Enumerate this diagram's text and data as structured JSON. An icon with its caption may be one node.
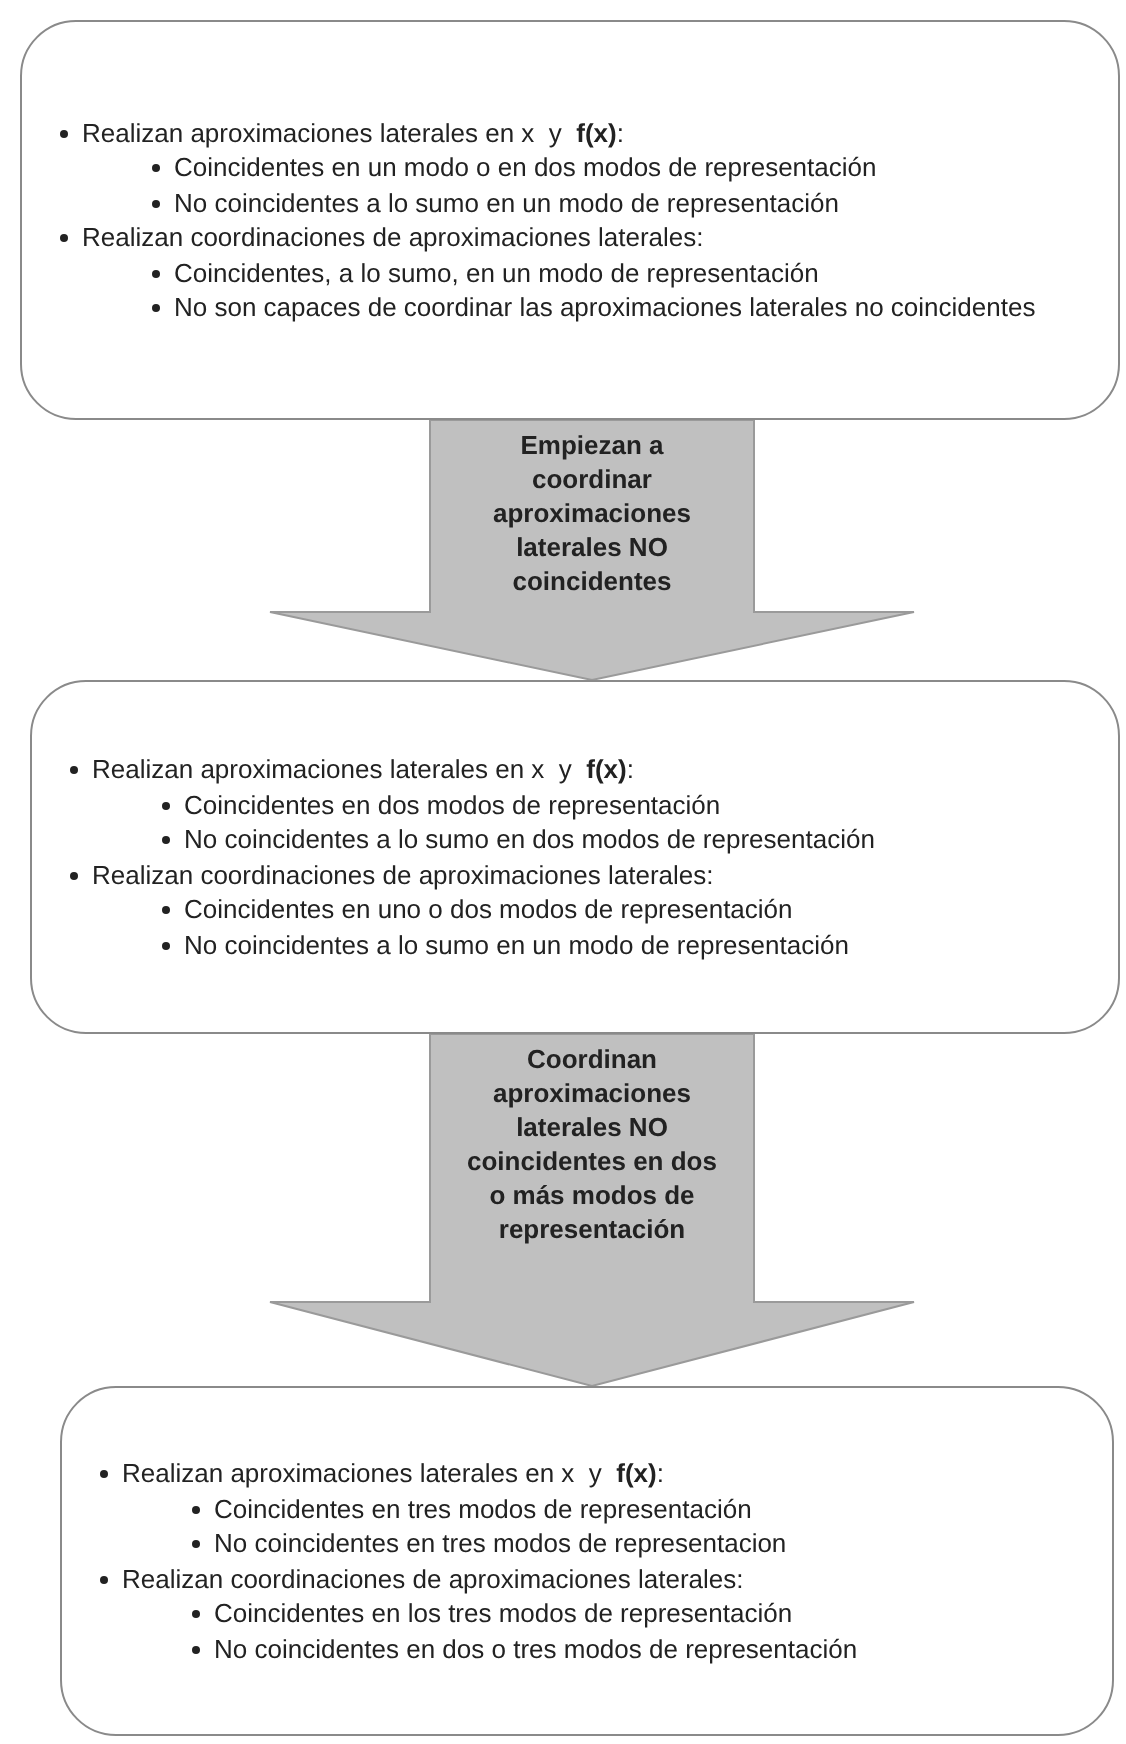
{
  "diagram": {
    "nodes": [
      {
        "text": [
          "Realizan aproximaciones laterales en x  y  **f(x)**:",
          "Coincidentes en un modo o en dos modos de representación",
          "No coincidentes a lo sumo en un modo de representación",
          "Realizan coordinaciones de aproximaciones laterales:",
          "Coincidentes, a lo sumo, en un modo de representación",
          "No son capaces de coordinar las aproximaciones laterales no coincidentes"
        ]
      },
      {
        "text": [
          "Realizan aproximaciones laterales en x  y  **f(x)**:",
          "Coincidentes en dos modos de representación",
          "No coincidentes a lo sumo en dos modos de representación",
          "Realizan coordinaciones de aproximaciones laterales:",
          "Coincidentes en uno o dos modos de representación",
          "No coincidentes a lo sumo en un modo de representación"
        ]
      },
      {
        "text": [
          "Realizan aproximaciones laterales en x  y  **f(x)**:",
          "Coincidentes en tres modos de representación",
          "No coincidentes en tres modos de representacion",
          "Realizan coordinaciones de aproximaciones laterales:",
          "Coincidentes en los tres modos de representación",
          "No coincidentes en dos o tres modos de representación"
        ]
      }
    ],
    "edges": [
      {
        "from": 0,
        "to": 1,
        "arrow": "to",
        "label": "Empiezan a coordinar aproximaciones laterales NO coincidentes"
      },
      {
        "from": 1,
        "to": 2,
        "arrow": "to",
        "label": "Coordinan aproximaciones laterales NO coincidentes en dos o más modos de representación"
      }
    ]
  }
}
